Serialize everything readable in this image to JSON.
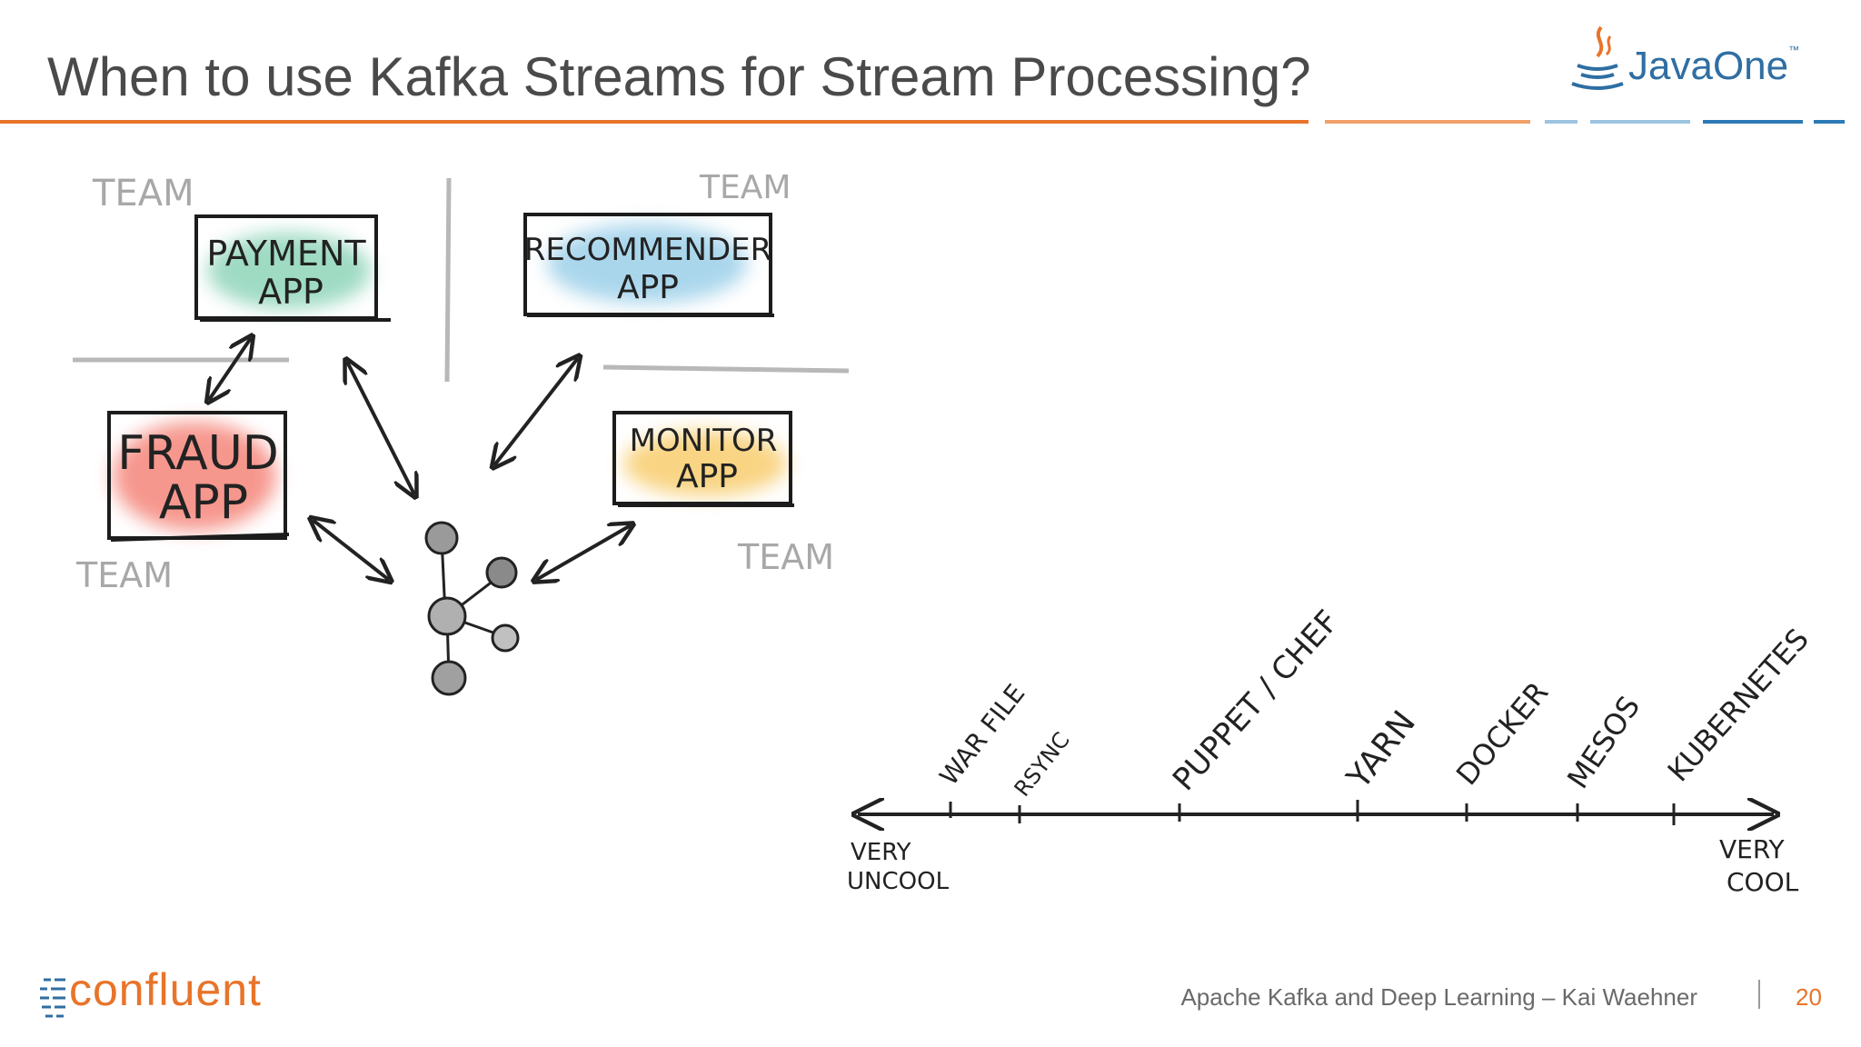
{
  "slide": {
    "title": "When to use Kafka Streams for Stream Processing?",
    "footer_text": "Apache Kafka and Deep Learning – Kai Waehner",
    "page_number": "20",
    "accent_color": "#e8742a"
  },
  "logos": {
    "javaone": "JavaOne",
    "javaone_tm": "™",
    "confluent": "confluent"
  },
  "sketch": {
    "teams": {
      "top_left": "TEAM",
      "top_right": "TEAM",
      "bottom_left": "TEAM",
      "bottom_right": "TEAM"
    },
    "apps": {
      "payment": {
        "line1": "PAYMENT",
        "line2": "APP",
        "color": "#7fcfb0"
      },
      "recommender": {
        "line1": "RECOMMENDER",
        "line2": "APP",
        "color": "#8ec9e6"
      },
      "fraud": {
        "line1": "FRAUD",
        "line2": "APP",
        "color": "#f36c5e"
      },
      "monitor": {
        "line1": "MONITOR",
        "line2": "APP",
        "color": "#f7c65a"
      }
    },
    "scale": {
      "left_line1": "VERY",
      "left_line2": "UNCOOL",
      "right_line1": "VERY",
      "right_line2": "COOL",
      "labels": [
        "WAR FILE",
        "RSYNC",
        "PUPPET / CHEF",
        "YARN",
        "DOCKER",
        "MESOS",
        "KUBERNETES"
      ]
    }
  }
}
